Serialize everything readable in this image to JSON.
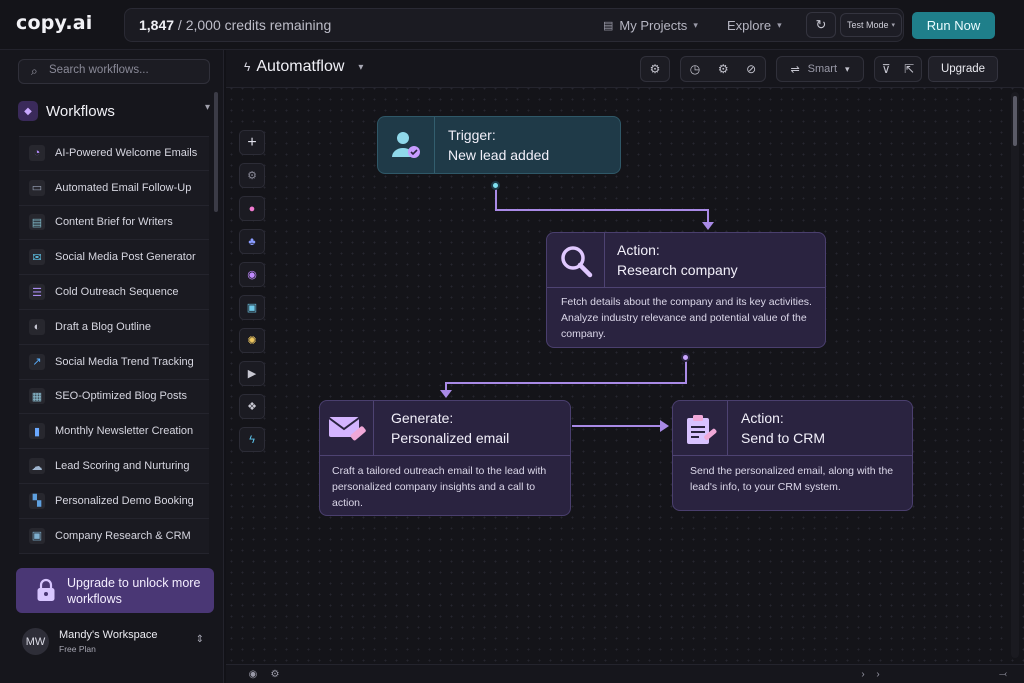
{
  "app": {
    "logo": "copy.ai",
    "credits_used": "1,847",
    "credits_rest": " / 2,000 credits remaining",
    "nav": {
      "projects": "My Projects",
      "explore": "Explore"
    },
    "test_mode": "Test Mode",
    "run_now": "Run Now"
  },
  "sidebar": {
    "search_placeholder": "Search workflows...",
    "section_title": "Workflows",
    "items": [
      {
        "label": "AI-Powered Welcome Emails",
        "icon": "pie-chart-icon",
        "color": "#b58cff"
      },
      {
        "label": "Automated Email Follow-Up",
        "icon": "chat-icon",
        "color": "#9aa4b8"
      },
      {
        "label": "Content Brief for Writers",
        "icon": "document-icon",
        "color": "#7fb8c8"
      },
      {
        "label": "Social Media Post Generator",
        "icon": "mail-icon",
        "color": "#5ec3e6"
      },
      {
        "label": "Cold Outreach Sequence",
        "icon": "list-icon",
        "color": "#a98cf0"
      },
      {
        "label": "Draft a Blog Outline",
        "icon": "toggle-icon",
        "color": "#c9c9d4"
      },
      {
        "label": "Social Media Trend Tracking",
        "icon": "trend-icon",
        "color": "#5ab0ff"
      },
      {
        "label": "SEO-Optimized Blog Posts",
        "icon": "seo-icon",
        "color": "#8fc4d8"
      },
      {
        "label": "Monthly Newsletter Creation",
        "icon": "bar-chart-icon",
        "color": "#6aa8ff"
      },
      {
        "label": "Lead Scoring and Nurturing",
        "icon": "cloud-icon",
        "color": "#9fb6d0"
      },
      {
        "label": "Personalized Demo Booking",
        "icon": "grid-icon",
        "color": "#5ea0e0"
      },
      {
        "label": "Company Research & CRM",
        "icon": "box-icon",
        "color": "#7fb0d0"
      }
    ],
    "upgrade_text": "Upgrade to unlock more workflows",
    "workspace": {
      "initials": "MW",
      "name": "Mandy's Workspace",
      "plan": "Free Plan"
    }
  },
  "canvas": {
    "flow_title": "Automatflow",
    "mode": "Smart",
    "upgrade": "Upgrade",
    "tools": [
      "plus-icon",
      "gear-small-icon",
      "pin-icon",
      "plant-icon",
      "orb-icon",
      "tv-icon",
      "sun-icon",
      "play-icon",
      "chain-icon",
      "bolt-icon"
    ],
    "nodes": {
      "trigger": {
        "kind": "Trigger:",
        "title": "New lead added"
      },
      "research": {
        "kind": "Action:",
        "title": "Research company",
        "desc": "Fetch details about the company and its key activities. Analyze industry relevance and potential value of the company."
      },
      "generate": {
        "kind": "Generate:",
        "title": "Personalized email",
        "desc": "Craft a tailored outreach email to the lead with personalized company insights and a call to action."
      },
      "crm": {
        "kind": "Action:",
        "title": "Send to CRM",
        "desc": "Send the personalized email, along with the lead's info, to your CRM system."
      }
    }
  }
}
